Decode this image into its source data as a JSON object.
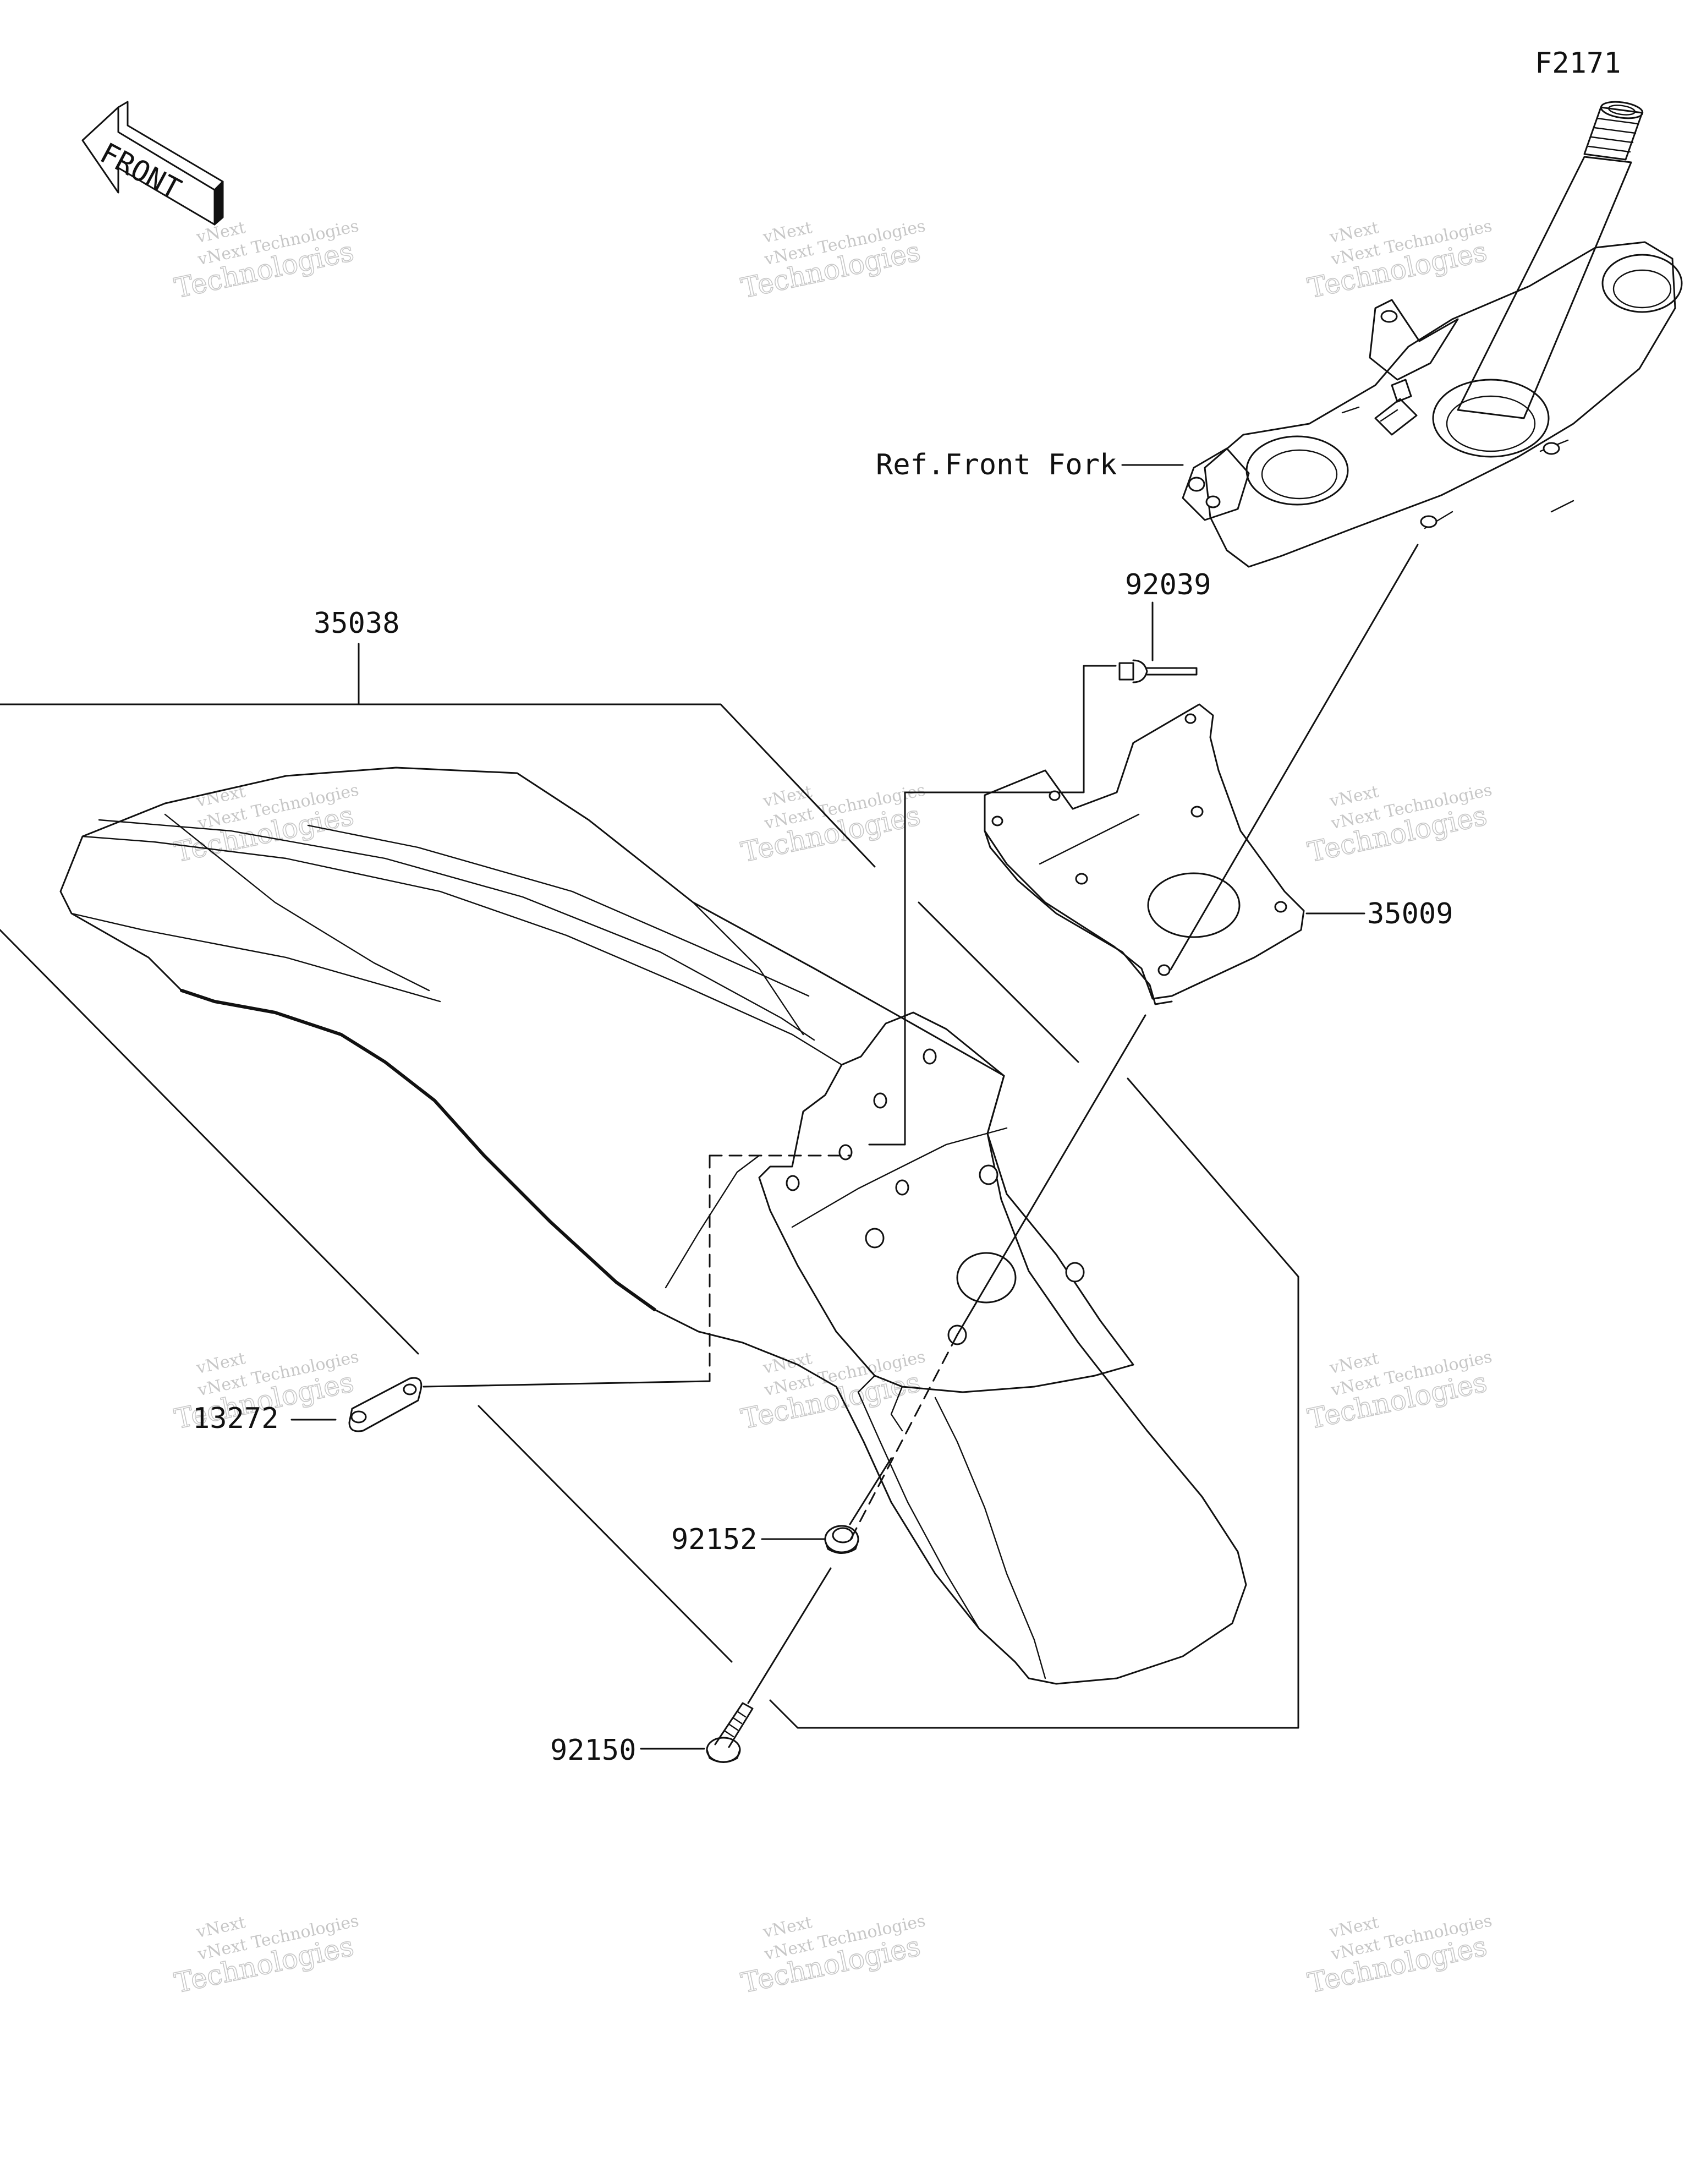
{
  "diagram_code": "F2171",
  "front_arrow_text": "FRONT",
  "watermark": {
    "line1": "vNext Technologies",
    "line2": "Technologies",
    "line3": "vNext"
  },
  "callouts": {
    "ref_front_fork": "Ref.Front Fork",
    "p92039": "92039",
    "p35038": "35038",
    "p35009": "35009",
    "p13272": "13272",
    "p92152": "92152",
    "p92150": "92150"
  },
  "colors": {
    "line": "#111111",
    "watermark": "#9a9a9a",
    "background": "#ffffff"
  }
}
